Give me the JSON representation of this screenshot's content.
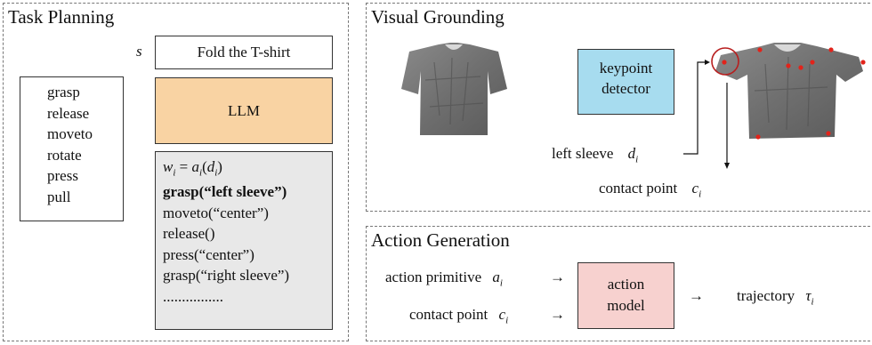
{
  "task_planning": {
    "title": "Task Planning",
    "s_label": "s",
    "instruction": "Fold the T-shirt",
    "llm": "LLM",
    "primitives": [
      "grasp",
      "release",
      "moveto",
      "rotate",
      "press",
      "pull"
    ],
    "code": {
      "formula": "w",
      "formula_rest": "= a",
      "line_bold": "grasp(“left sleeve”)",
      "lines": [
        "moveto(“center”)",
        "release()",
        "press(“center”)",
        "grasp(“right sleeve”)",
        "................"
      ]
    }
  },
  "visual_grounding": {
    "title": "Visual Grounding",
    "detector": [
      "keypoint",
      "detector"
    ],
    "left_sleeve": "left sleeve",
    "d_label": "d",
    "d_sub": "i",
    "contact_point": "contact point",
    "c_label": "c",
    "c_sub": "i"
  },
  "action_generation": {
    "title": "Action Generation",
    "action_primitive": "action primitive",
    "a_label": "a",
    "a_sub": "i",
    "contact_point": "contact point",
    "c_label": "c",
    "c_sub": "i",
    "model": [
      "action",
      "model"
    ],
    "trajectory": "trajectory",
    "tau_label": "τ",
    "tau_sub": "i"
  },
  "colors": {
    "llm_fill": "#f9d3a3",
    "detector_fill": "#a7dcef",
    "model_fill": "#f7d1cf",
    "code_fill": "#e8e8e8",
    "keypoint": "#e2231a"
  }
}
